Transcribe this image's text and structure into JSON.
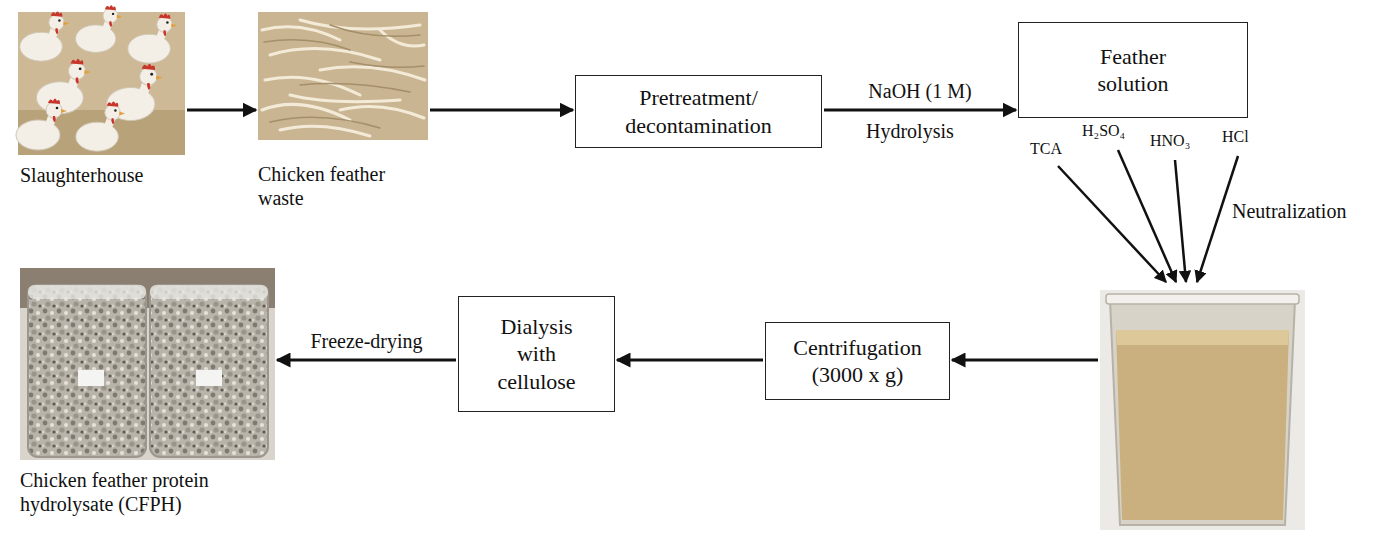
{
  "diagram": {
    "nodes": [
      {
        "text": [
          "Slaughterhouse"
        ]
      },
      {
        "text": [
          "Chicken feather waste"
        ]
      },
      {
        "text": [
          "Pretreatment/ decontamination"
        ]
      },
      {
        "text": [
          "Feather solution"
        ]
      },
      {
        "text": []
      },
      {
        "text": [
          "Centrifugation (3000 x g)"
        ]
      },
      {
        "text": [
          "Dialysis with cellulose"
        ]
      },
      {
        "text": [
          "Chicken feather protein hydrolysate (CFPH)"
        ]
      }
    ],
    "edges": [
      {
        "from": 0,
        "to": 1,
        "arrow": "to"
      },
      {
        "from": 1,
        "to": 2,
        "arrow": "to"
      },
      {
        "from": 2,
        "to": 3,
        "arrow": "to",
        "label": "NaOH (1 M)"
      },
      {
        "from": 4,
        "to": 5,
        "arrow": "to"
      },
      {
        "from": 5,
        "to": 6,
        "arrow": "to"
      },
      {
        "from": 6,
        "to": 7,
        "arrow": "to",
        "label": "Freeze-drying"
      }
    ],
    "labels": [
      "Hydrolysis",
      "TCA",
      "H₂SO₄",
      "HNO₃",
      "HCl",
      "Neutralization"
    ]
  }
}
